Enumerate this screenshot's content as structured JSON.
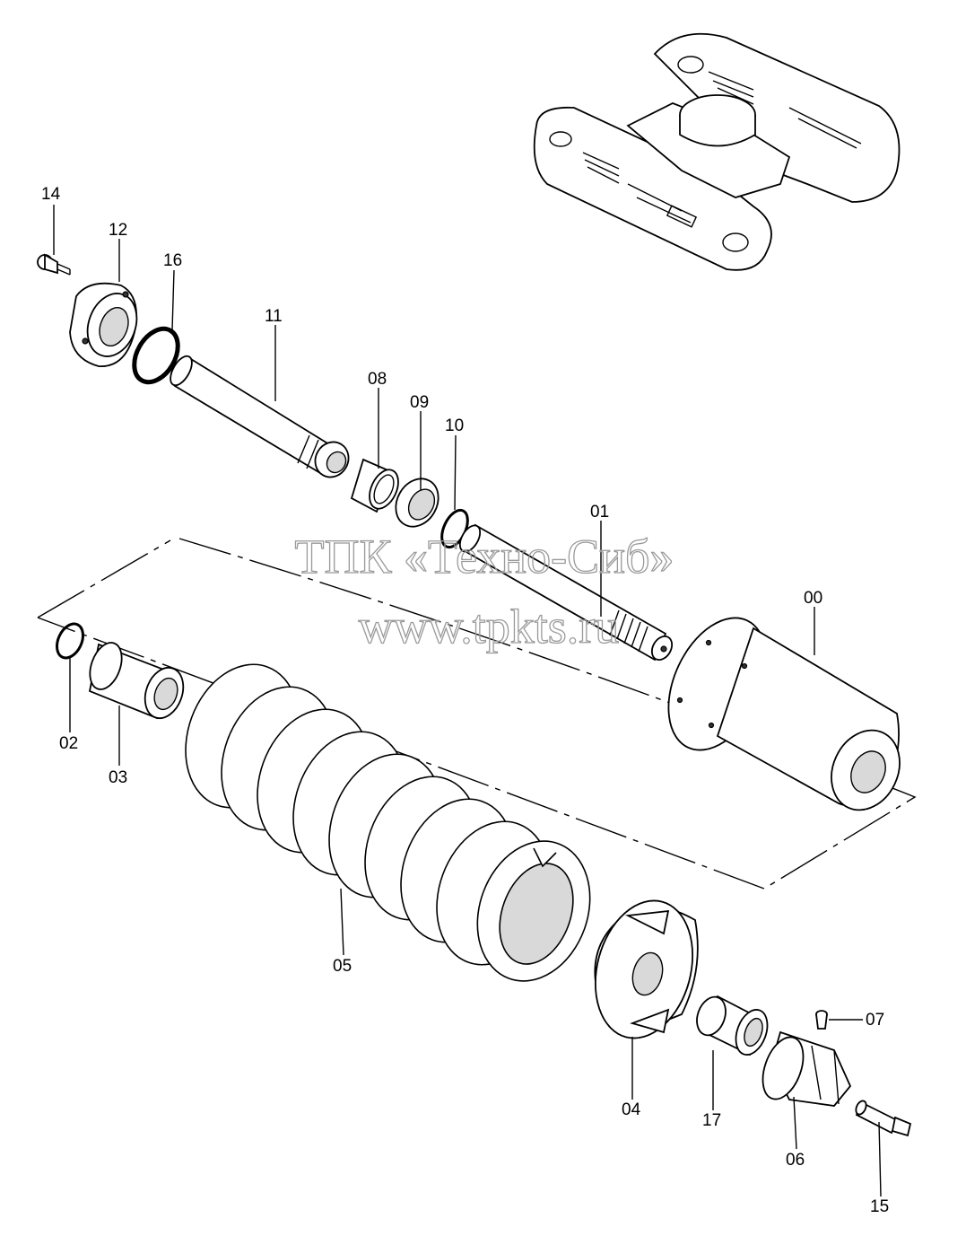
{
  "watermark": {
    "line1": "ТПК «Техно-Сиб»",
    "line2": "www.tpkts.ru"
  },
  "parts": [
    {
      "id": "p00",
      "label": "00"
    },
    {
      "id": "p01",
      "label": "01"
    },
    {
      "id": "p02",
      "label": "02"
    },
    {
      "id": "p03",
      "label": "03"
    },
    {
      "id": "p04",
      "label": "04"
    },
    {
      "id": "p05",
      "label": "05"
    },
    {
      "id": "p06",
      "label": "06"
    },
    {
      "id": "p07",
      "label": "07"
    },
    {
      "id": "p08",
      "label": "08"
    },
    {
      "id": "p09",
      "label": "09"
    },
    {
      "id": "p10",
      "label": "10"
    },
    {
      "id": "p11",
      "label": "11"
    },
    {
      "id": "p12",
      "label": "12"
    },
    {
      "id": "p14",
      "label": "14"
    },
    {
      "id": "p15",
      "label": "15"
    },
    {
      "id": "p16",
      "label": "16"
    },
    {
      "id": "p17",
      "label": "17"
    }
  ]
}
